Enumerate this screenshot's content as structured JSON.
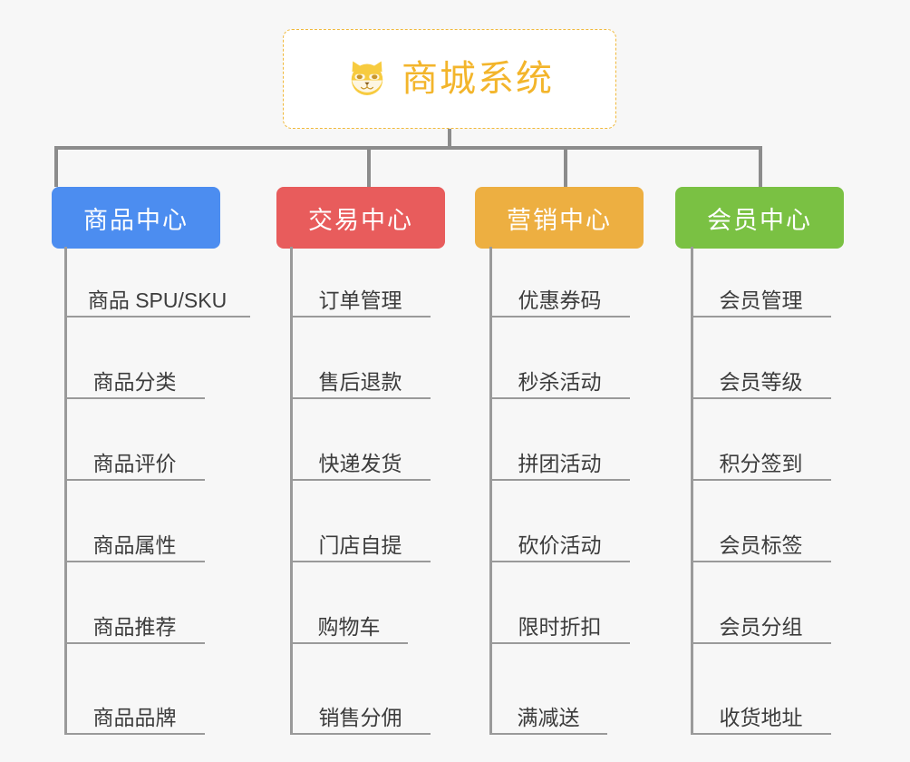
{
  "diagram": {
    "title": "商城系统",
    "root_icon": "shiba-dog-face-icon",
    "background_color": "#f7f7f7",
    "connector_color": "#8c8c8c",
    "root": {
      "label": "商城系统",
      "text_color": "#f3b52b",
      "border_color": "#f0b93c",
      "background_color": "#ffffff"
    },
    "branches": [
      {
        "label": "商品中心",
        "color": "#4c8df0",
        "items": [
          "商品 SPU/SKU",
          "商品分类",
          "商品评价",
          "商品属性",
          "商品推荐",
          "商品品牌"
        ]
      },
      {
        "label": "交易中心",
        "color": "#e85c5c",
        "items": [
          "订单管理",
          "售后退款",
          "快递发货",
          "门店自提",
          "购物车",
          "销售分佣"
        ]
      },
      {
        "label": "营销中心",
        "color": "#edaf41",
        "items": [
          "优惠券码",
          "秒杀活动",
          "拼团活动",
          "砍价活动",
          "限时折扣",
          "满减送"
        ]
      },
      {
        "label": "会员中心",
        "color": "#7ac143",
        "items": [
          "会员管理",
          "会员等级",
          "积分签到",
          "会员标签",
          "会员分组",
          "收货地址"
        ]
      }
    ]
  }
}
